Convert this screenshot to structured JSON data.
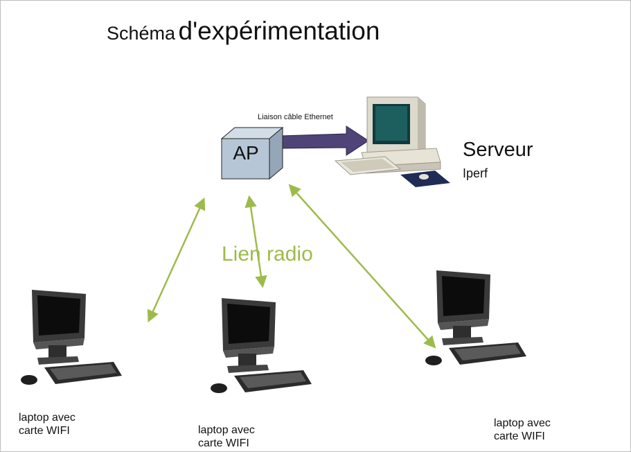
{
  "title": {
    "part1": "Schéma",
    "part2": "d'expérimentation"
  },
  "ap": {
    "label": "AP"
  },
  "cable": {
    "label": "Liaison câble Ethernet"
  },
  "server": {
    "name": "Serveur",
    "software": "Iperf"
  },
  "radio": {
    "label": "Lien radio"
  },
  "laptops": [
    {
      "line1": "laptop avec",
      "line2": "carte WIFI"
    },
    {
      "line1": "laptop avec",
      "line2": "carte WIFI"
    },
    {
      "line1": "laptop avec",
      "line2": "carte WIFI"
    }
  ],
  "colors": {
    "radio_link": "#9dbb4b",
    "cable_arrow": "#4f4377",
    "ap_box": "#b7c6d6"
  }
}
